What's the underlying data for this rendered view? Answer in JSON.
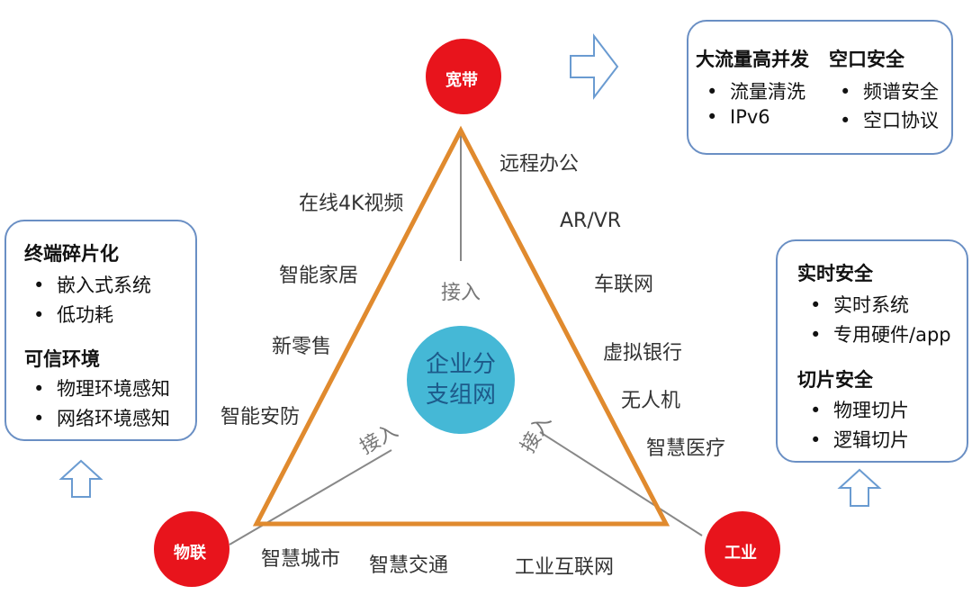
{
  "nodes": {
    "broadband": "宽带",
    "iot": "物联",
    "industry": "工业"
  },
  "center": {
    "line1": "企业分",
    "line2": "支组网"
  },
  "access_labels": {
    "top": "接入",
    "left": "接入",
    "right": "接入"
  },
  "left_side_labels": [
    "在线4K视频",
    "智能家居",
    "新零售",
    "智能安防"
  ],
  "right_side_labels": [
    "远程办公",
    "AR/VR",
    "车联网",
    "虚拟银行",
    "无人机",
    "智慧医疗"
  ],
  "bottom_labels": [
    "智慧城市",
    "智慧交通",
    "工业互联网"
  ],
  "box_top_right": {
    "title_a": "大流量高并发",
    "title_b": "空口安全",
    "items_a": [
      "流量清洗",
      "IPv6"
    ],
    "items_b": [
      "频谱安全",
      "空口协议"
    ]
  },
  "box_left": {
    "section1_title": "终端碎片化",
    "section1_items": [
      "嵌入式系统",
      "低功耗"
    ],
    "section2_title": "可信环境",
    "section2_items": [
      "物理环境感知",
      "网络环境感知"
    ]
  },
  "box_right": {
    "section1_title": "实时安全",
    "section1_items": [
      "实时系统",
      "专用硬件/app"
    ],
    "section2_title": "切片安全",
    "section2_items": [
      "物理切片",
      "逻辑切片"
    ]
  },
  "colors": {
    "node_red": "#e8141c",
    "triangle_orange": "#e08a2e",
    "center_blue": "#45b8d6",
    "box_border": "#6a8fc4",
    "arrow_blue": "#6a9bd1"
  }
}
